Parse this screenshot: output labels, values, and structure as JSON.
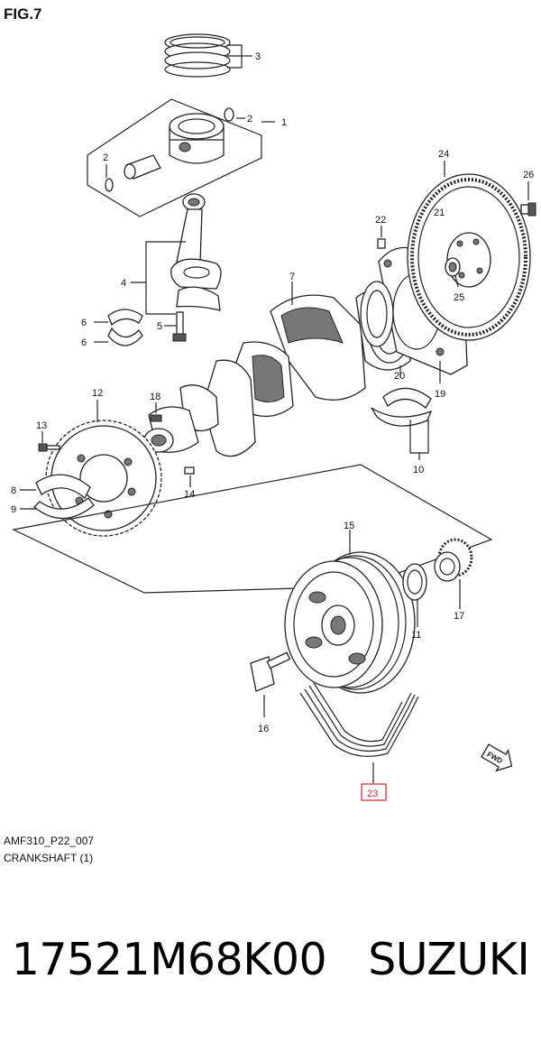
{
  "figure": {
    "title": "FIG.7",
    "code": "AMF310_P22_007",
    "caption": "CRANKSHAFT (1)"
  },
  "callouts": {
    "n1": "1",
    "n2a": "2",
    "n2b": "2",
    "n3": "3",
    "n4": "4",
    "n5": "5",
    "n6a": "6",
    "n6b": "6",
    "n7": "7",
    "n8": "8",
    "n9": "9",
    "n10": "10",
    "n11": "11",
    "n12": "12",
    "n13": "13",
    "n14": "14",
    "n15": "15",
    "n16": "16",
    "n17": "17",
    "n18": "18",
    "n19": "19",
    "n20": "20",
    "n21": "21",
    "n22": "22",
    "n23": "23",
    "n24": "24",
    "n25": "25",
    "n26": "26"
  },
  "direction_arrow": "FWD",
  "highlight_color": "#e03030",
  "part_number": "17521M68K00",
  "brand": "SUZUKI"
}
